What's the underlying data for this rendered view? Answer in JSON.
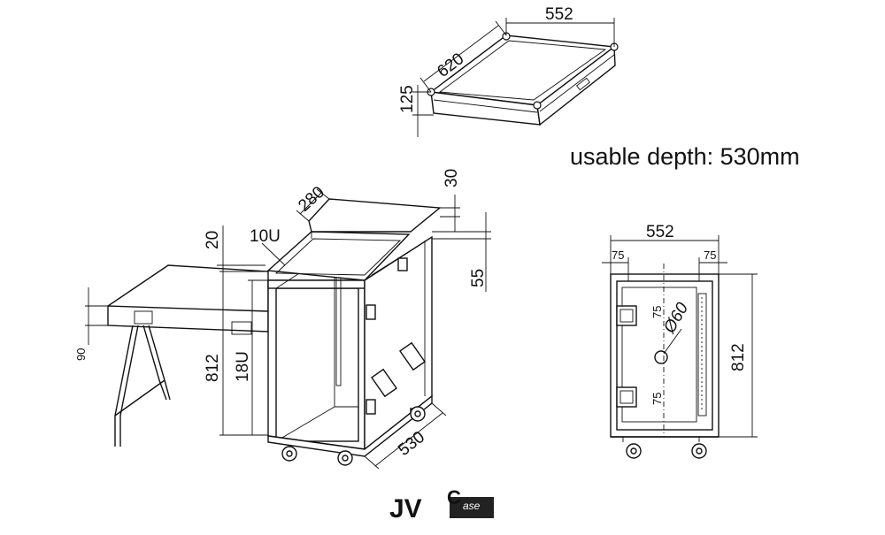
{
  "note": "usable depth: 530mm",
  "lid": {
    "width": "552",
    "depth": "620",
    "height": "125"
  },
  "case": {
    "lid_thickness": "30",
    "top_offset": "55",
    "top_rack": "10U",
    "top_rack_depth": "280",
    "table_gap": "20",
    "table_thickness": "90",
    "height": "812",
    "main_rack": "18U",
    "base_depth": "530"
  },
  "front": {
    "width": "552",
    "margin_left": "75",
    "margin_right": "75",
    "margin_top": "75",
    "margin_bottom": "75",
    "hole": "Ø60",
    "height": "812"
  },
  "logo": {
    "text": "JV",
    "sup_letter": "C",
    "sup_text": "ase"
  }
}
